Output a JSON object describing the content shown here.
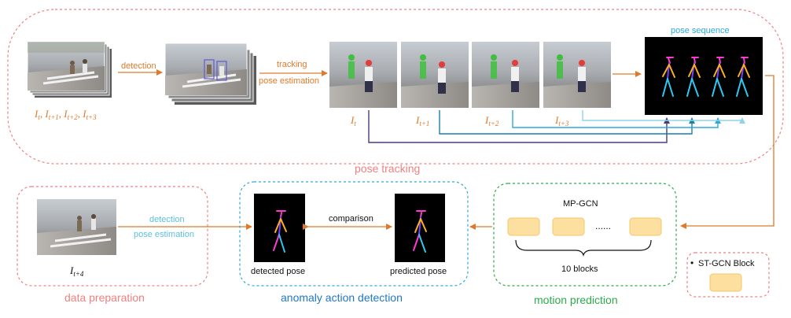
{
  "colors": {
    "tracking_border": "#f08080",
    "detection_border": "#2ea8d8",
    "prediction_border": "#2eaa4a",
    "legend_border": "#f08080",
    "orange": "#e07a2a",
    "cyan": "#5bc0de",
    "anomaly_title": "#1f78c8",
    "motion_title": "#2eaa4a",
    "tracking_title": "#f08080",
    "block_fill": "#fde0a0",
    "block_stroke": "#f3c46a",
    "pose_seq_title": "#2ea8d8"
  },
  "pose_tracking": {
    "title": "pose tracking",
    "frames_label": "I_t, I_t+1, I_t+2, I_t+3",
    "detection_label": "detection",
    "tracking_label": "tracking",
    "pose_estimation_label": "pose estimation",
    "pose_sequence_title": "pose sequence",
    "frame_labels": [
      "I_t",
      "I_t+1",
      "I_t+2",
      "I_t+3"
    ]
  },
  "data_preparation": {
    "title": "data preparation",
    "frame_label": "I_t+4",
    "detection_label": "detection",
    "pose_estimation_label": "pose estimation"
  },
  "anomaly_detection": {
    "title": "anomaly action detection",
    "comparison_label": "comparison",
    "detected_label": "detected pose",
    "predicted_label": "predicted pose"
  },
  "motion_prediction": {
    "title": "motion prediction",
    "model_label": "MP-GCN",
    "ellipsis": "......",
    "blocks_label": "10 blocks"
  },
  "legend": {
    "bullet": "•",
    "label": "ST-GCN Block"
  }
}
